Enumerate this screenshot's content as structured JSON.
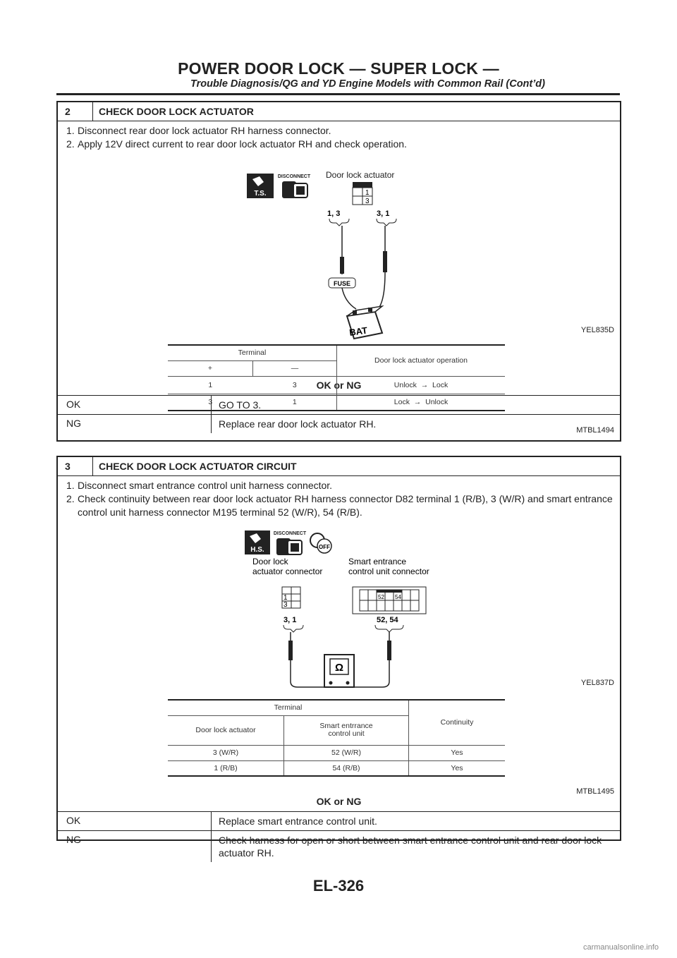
{
  "header": {
    "title": "POWER DOOR LOCK — SUPER LOCK —",
    "subtitle": "Trouble Diagnosis/QG and YD Engine Models with Common Rail (Cont’d)"
  },
  "section2": {
    "number": "2",
    "title": "CHECK DOOR LOCK ACTUATOR",
    "steps": [
      {
        "n": "1.",
        "text": "Disconnect rear door lock actuator RH harness connector."
      },
      {
        "n": "2.",
        "text": "Apply 12V direct current to rear door lock actuator RH and check operation."
      }
    ],
    "figure1": {
      "id": "YEL835D",
      "icon_ts": "T.S.",
      "icon_disconnect": "DISCONNECT",
      "label_actuator": "Door lock actuator",
      "pin1": "1",
      "pin3": "3",
      "lead_left": "1, 3",
      "lead_right": "3, 1",
      "fuse": "FUSE",
      "bat": "BAT"
    },
    "table": {
      "id": "MTBL1494",
      "h_terminal": "Terminal",
      "h_operation": "Door lock actuator operation",
      "h_plus": "+",
      "h_minus": "—",
      "rows": [
        {
          "plus": "1",
          "minus": "3",
          "from": "Unlock",
          "to": "Lock"
        },
        {
          "plus": "3",
          "minus": "1",
          "from": "Lock",
          "to": "Unlock"
        }
      ]
    },
    "okng_label": "OK or NG",
    "results": [
      {
        "k": "OK",
        "v": "GO TO 3."
      },
      {
        "k": "NG",
        "v": "Replace rear door lock actuator RH."
      }
    ]
  },
  "section3": {
    "number": "3",
    "title": "CHECK DOOR LOCK ACTUATOR CIRCUIT",
    "steps": [
      {
        "n": "1.",
        "text": "Disconnect smart entrance control unit harness connector."
      },
      {
        "n": "2.",
        "text": "Check continuity between rear door lock actuator RH harness connector D82 terminal 1 (R/B), 3 (W/R) and smart entrance control unit harness connector M195 terminal 52 (W/R), 54 (R/B)."
      }
    ],
    "figure2": {
      "id": "YEL837D",
      "icon_hs": "H.S.",
      "icon_disconnect": "DISCONNECT",
      "icon_off": "OFF",
      "label_left_1": "Door lock",
      "label_left_2": "actuator connector",
      "label_right_1": "Smart entrance",
      "label_right_2": "control unit connector",
      "pin1": "1",
      "pin3": "3",
      "pin52": "52",
      "pin54": "54",
      "lead_left": "3, 1",
      "lead_right": "52, 54",
      "ohm": "Ω"
    },
    "table": {
      "id": "MTBL1495",
      "h_terminal": "Terminal",
      "h_continuity": "Continuity",
      "h_left": "Door lock actuator",
      "h_right_1": "Smart entrrance",
      "h_right_2": "control unit",
      "rows": [
        {
          "a": "3 (W/R)",
          "b": "52 (W/R)",
          "c": "Yes"
        },
        {
          "a": "1 (R/B)",
          "b": "54 (R/B)",
          "c": "Yes"
        }
      ]
    },
    "okng_label": "OK or NG",
    "results": [
      {
        "k": "OK",
        "v": "Replace smart entrance control unit."
      },
      {
        "k": "NG",
        "v": "Check harness for open or short between smart entrance control unit and rear door lock actuator RH."
      }
    ]
  },
  "footer": {
    "page_code": "EL-326",
    "watermark": "carmanualsonline.info"
  }
}
